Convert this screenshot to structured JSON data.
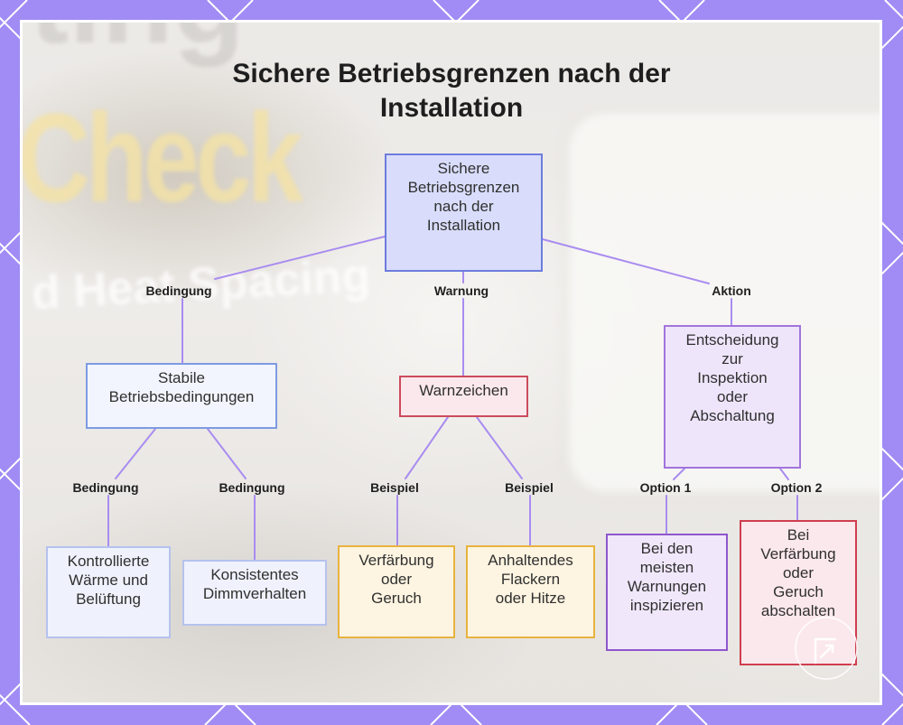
{
  "title": "Sichere Betriebsgrenzen nach der Installation",
  "colors": {
    "frame": "#a08cf4",
    "frame_pattern": "#ffffff",
    "edge": "#a98cf0",
    "title_text": "#1e1e1e",
    "node_text": "#303030"
  },
  "background_photo": {
    "partial_word_top": "ting",
    "sign_word": "Check",
    "sign_line": "d Heat Spacing"
  },
  "nodes": {
    "root": {
      "text": "Sichere Betriebsgrenzen nach der Installation",
      "fill": "#d9ddfb",
      "stroke": "#6e7cdc"
    },
    "stable_conditions": {
      "text": "Stabile Betriebsbedingungen",
      "fill": "#f2f5fd",
      "stroke": "#7d9be2"
    },
    "warning_signs": {
      "text": "Warnzeichen",
      "fill": "#fbe8ed",
      "stroke": "#cc4b5d"
    },
    "decision": {
      "text": "Entscheidung zur Inspektion oder Abschaltung",
      "fill": "#efe5fb",
      "stroke": "#a175dd"
    },
    "controlled_heat": {
      "text": "Kontrollierte Wärme und Belüftung",
      "fill": "#eff2fc",
      "stroke": "#b5c2ee"
    },
    "consistent_dimming": {
      "text": "Konsistentes Dimmverhalten",
      "fill": "#eff2fc",
      "stroke": "#b5c2ee"
    },
    "discoloration": {
      "text": "Verfärbung oder Geruch",
      "fill": "#fdf4e1",
      "stroke": "#e8b33e"
    },
    "flicker_heat": {
      "text": "Anhaltendes Flackern oder Hitze",
      "fill": "#fdf4e1",
      "stroke": "#e8b33e"
    },
    "inspect": {
      "text": "Bei den meisten Warnungen inspizieren",
      "fill": "#f1e7fb",
      "stroke": "#8f56cd"
    },
    "shutdown": {
      "text": "Bei Verfärbung oder Geruch abschalten",
      "fill": "#fbe8ed",
      "stroke": "#cf3d4e"
    }
  },
  "edge_labels": {
    "root_condition": "Bedingung",
    "root_warning": "Warnung",
    "root_action": "Aktion",
    "stable_condition_1": "Bedingung",
    "stable_condition_2": "Bedingung",
    "warning_example_1": "Beispiel",
    "warning_example_2": "Beispiel",
    "decision_option_1": "Option 1",
    "decision_option_2": "Option 2"
  },
  "logo": {
    "icon": "corner-arrow-icon"
  }
}
